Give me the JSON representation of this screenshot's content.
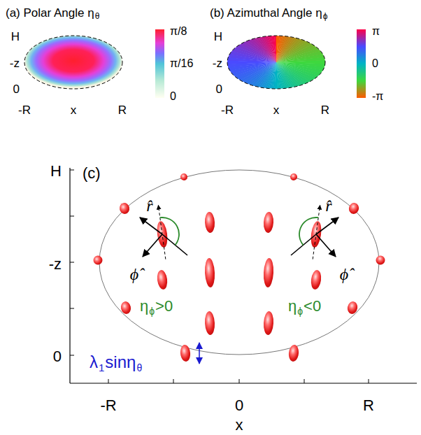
{
  "diagram": {
    "labels": [
      "(a) Polar Angle η",
      "θ",
      "H",
      "-z",
      "0",
      "-R",
      "x",
      "R",
      "π/8",
      "π/16",
      "0",
      "(b) Azimuthal Angle η",
      "ϕ",
      "H",
      "-z",
      "0",
      "-R",
      "x",
      "R",
      "π",
      "0",
      "-π",
      "H",
      "-z",
      "0",
      "(c)",
      "r̂",
      "ϕ̂",
      "η",
      "ϕ",
      ">0",
      "η",
      "ϕ",
      "<0",
      "r̂",
      "ϕ̂",
      "λ",
      "1",
      "sinη",
      "θ",
      "-R",
      "0",
      "R",
      "x"
    ]
  }
}
